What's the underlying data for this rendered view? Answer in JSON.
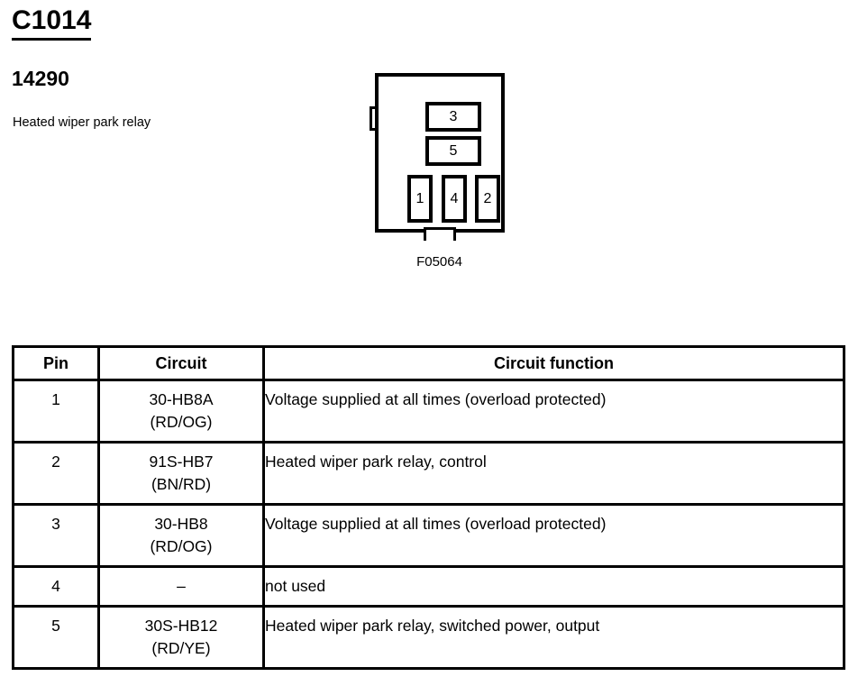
{
  "header": {
    "connector_id": "C1014",
    "part_number": "14290",
    "component_description": "Heated wiper park relay"
  },
  "connector_figure": {
    "code": "F05064",
    "cavities": [
      {
        "label": "3",
        "shape": "wide"
      },
      {
        "label": "5",
        "shape": "wide"
      },
      {
        "label": "1",
        "shape": "tall"
      },
      {
        "label": "4",
        "shape": "tall"
      },
      {
        "label": "2",
        "shape": "tall"
      }
    ]
  },
  "table": {
    "columns": [
      "Pin",
      "Circuit",
      "Circuit function"
    ],
    "rows": [
      {
        "pin": "1",
        "circuit_code": "30-HB8A",
        "circuit_colors": "(RD/OG)",
        "function": "Voltage supplied at all times (overload protected)"
      },
      {
        "pin": "2",
        "circuit_code": "91S-HB7",
        "circuit_colors": "(BN/RD)",
        "function": "Heated wiper park relay, control"
      },
      {
        "pin": "3",
        "circuit_code": "30-HB8",
        "circuit_colors": "(RD/OG)",
        "function": "Voltage supplied at all times (overload protected)"
      },
      {
        "pin": "4",
        "circuit_code": "–",
        "circuit_colors": "",
        "function": "not used"
      },
      {
        "pin": "5",
        "circuit_code": "30S-HB12",
        "circuit_colors": "(RD/YE)",
        "function": "Heated wiper park relay, switched power, output"
      }
    ]
  },
  "colors": {
    "ink": "#000000",
    "page": "#ffffff"
  }
}
